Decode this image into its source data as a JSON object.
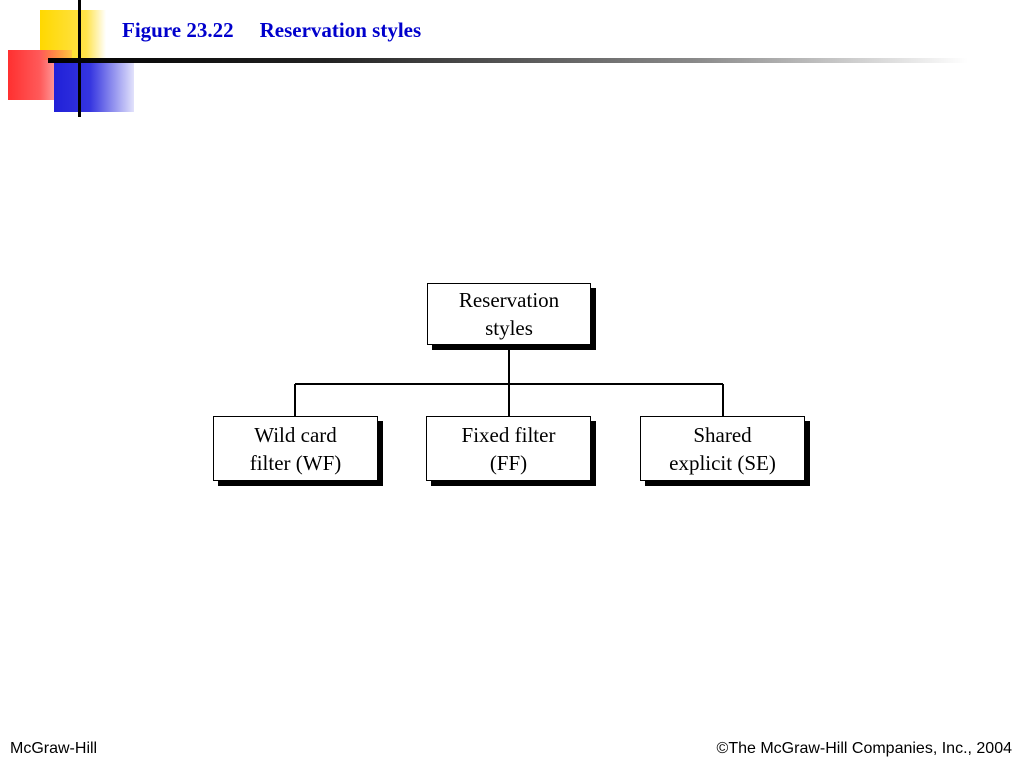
{
  "slide": {
    "figure_number": "Figure 23.22",
    "figure_title": "Reservation styles"
  },
  "diagram": {
    "root": {
      "line1": "Reservation",
      "line2": "styles"
    },
    "children": [
      {
        "line1": "Wild card",
        "line2": "filter (WF)"
      },
      {
        "line1": "Fixed filter",
        "line2": "(FF)"
      },
      {
        "line1": "Shared",
        "line2": "explicit (SE)"
      }
    ]
  },
  "footer": {
    "left": "McGraw-Hill",
    "right": "©The McGraw-Hill Companies, Inc., 2004"
  }
}
